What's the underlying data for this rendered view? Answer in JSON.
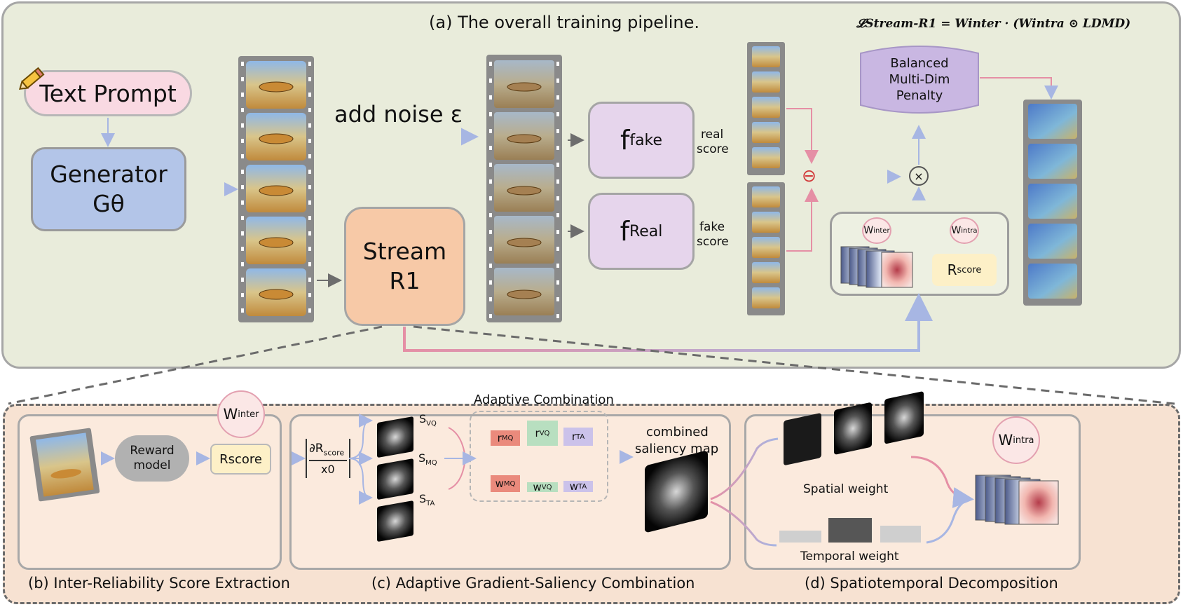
{
  "top": {
    "title": "(a) The overall training pipeline.",
    "formula": "𝓛Stream-R1 = Winter · (Wintra ⊙ LDMD)",
    "text_prompt": "Text Prompt",
    "generator_line1": "Generator",
    "generator_line2": "Gθ",
    "add_noise": "add noise ε",
    "stream_line1": "Stream",
    "stream_line2": "R1",
    "f_fake": "f",
    "f_fake_sub": "fake",
    "f_real": "f",
    "f_real_sub": "Real",
    "real_score_1": "real",
    "real_score_2": "score",
    "fake_score_1": "fake",
    "fake_score_2": "score",
    "penalty_1": "Balanced",
    "penalty_2": "Multi-Dim",
    "penalty_3": "Penalty",
    "minus": "⊖",
    "times": "×",
    "w_inter": "W",
    "w_inter_sub": "inter",
    "w_intra": "W",
    "w_intra_sub": "intra",
    "r_score": "R",
    "r_score_sub": "score"
  },
  "panel_b": {
    "caption": "(b)  Inter-Reliability Score Extraction",
    "reward_1": "Reward",
    "reward_2": "model",
    "rscore": "Rscore",
    "w": "W",
    "w_sub": "inter"
  },
  "panel_c": {
    "caption": "(c)   Adaptive Gradient-Saliency Combination",
    "grad_num": "∂R",
    "grad_num_sub": "score",
    "grad_den": "x0",
    "s_vq": "S",
    "s_vq_sub": "VQ",
    "s_mq": "S",
    "s_mq_sub": "MQ",
    "s_ta": "S",
    "s_ta_sub": "TA",
    "adaptive": "Adaptive Combination",
    "r_mq": "r",
    "r_mq_sub": "MQ",
    "r_vq": "r",
    "r_vq_sub": "VQ",
    "r_ta": "r",
    "r_ta_sub": "TA",
    "w_mq": "w",
    "w_mq_sub": "MQ",
    "w_vq": "w",
    "w_vq_sub": "VQ",
    "w_ta": "w",
    "w_ta_sub": "TA",
    "combined_1": "combined",
    "combined_2": "saliency map"
  },
  "panel_d": {
    "caption": "(d) Spatiotemporal Decomposition",
    "spatial": "Spatial weight",
    "temporal": "Temporal weight",
    "w": "W",
    "w_sub": "intra"
  },
  "colors": {
    "top_bg": "#e9ecdb",
    "bottom_bg": "#f7e2d2",
    "text_prompt": "#f9d9e2",
    "generator": "#b3c5e8",
    "stream": "#f7c9a7",
    "f_box": "#e6d5ec",
    "penalty": "#c9b7e2",
    "reward": "#b1b1b1",
    "rscore": "#fdf0c7"
  }
}
